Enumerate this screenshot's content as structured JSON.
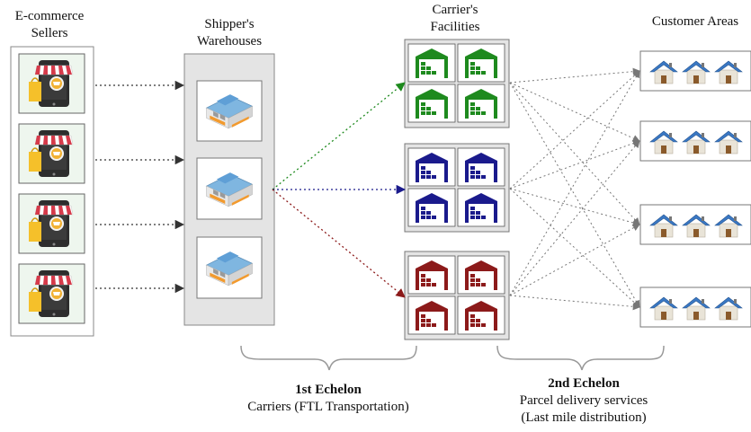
{
  "columns": {
    "sellers": {
      "line1": "E-commerce",
      "line2": "Sellers"
    },
    "warehouses": {
      "line1": "Shipper's",
      "line2": "Warehouses"
    },
    "facilities": {
      "line1": "Carrier's",
      "line2": "Facilities"
    },
    "customers": {
      "line1": "Customer Areas"
    }
  },
  "echelons": {
    "first": {
      "title": "1st Echelon",
      "line1": "Carriers (FTL Transportation)"
    },
    "second": {
      "title": "2nd Echelon",
      "line1": "Parcel delivery services",
      "line2": "(Last mile distribution)"
    }
  },
  "colors": {
    "green": "#1e8a1e",
    "blue": "#1a1a8c",
    "red": "#8c1a1a",
    "house_roof": "#3a78c4",
    "store_awning": "#d63a4a",
    "arrow": "#444444"
  },
  "icons": {
    "seller": "mobile-store-icon",
    "warehouse": "warehouse-icon",
    "facility": "garage-warehouse-icon",
    "customer": "houses-icon"
  }
}
